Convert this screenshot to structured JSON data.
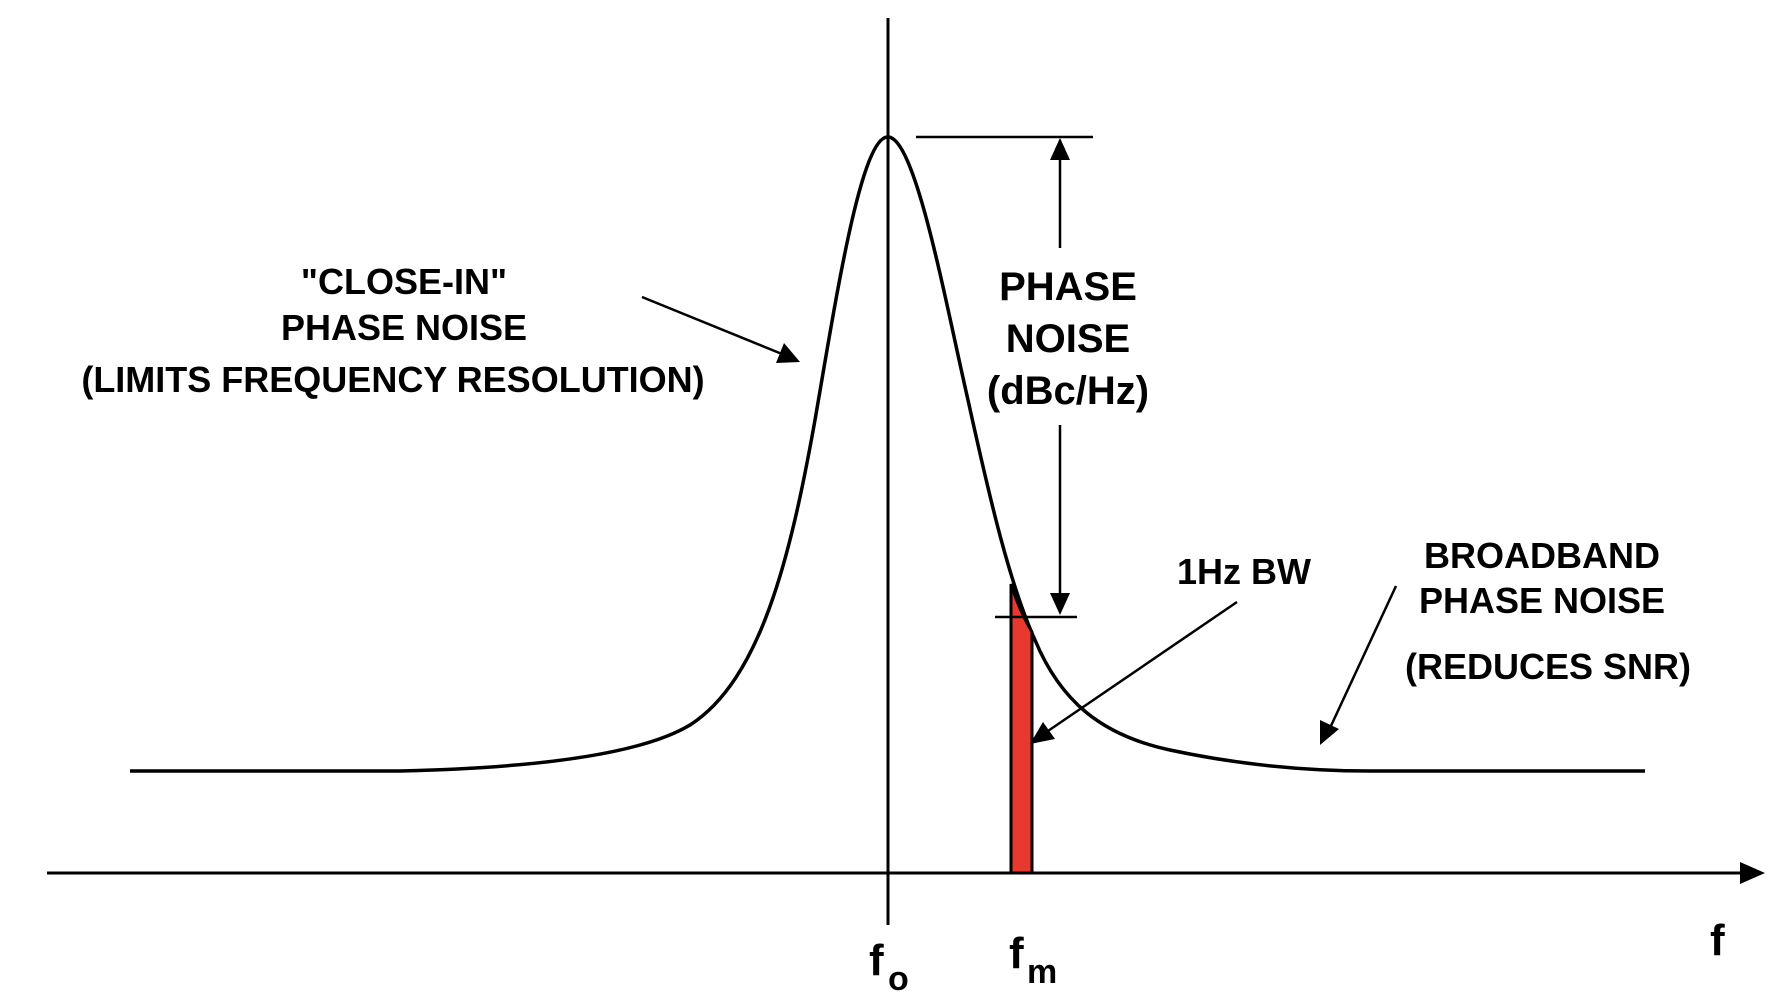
{
  "colors": {
    "line": "#000000",
    "bin_fill": "#e8392e"
  },
  "labels": {
    "close_in": {
      "line1": "\"CLOSE-IN\"",
      "line2": "PHASE NOISE",
      "line3": "(LIMITS FREQUENCY RESOLUTION)"
    },
    "phase_noise": {
      "line1": "PHASE",
      "line2": "NOISE",
      "line3": "(dBc/Hz)"
    },
    "bandwidth": "1Hz BW",
    "broadband": {
      "line1": "BROADBAND",
      "line2": "PHASE NOISE",
      "line3": "(REDUCES SNR)"
    },
    "axis": {
      "f": "f",
      "fo_main": "f",
      "fo_sub": "o",
      "fm_main": "f",
      "fm_sub": "m"
    }
  }
}
